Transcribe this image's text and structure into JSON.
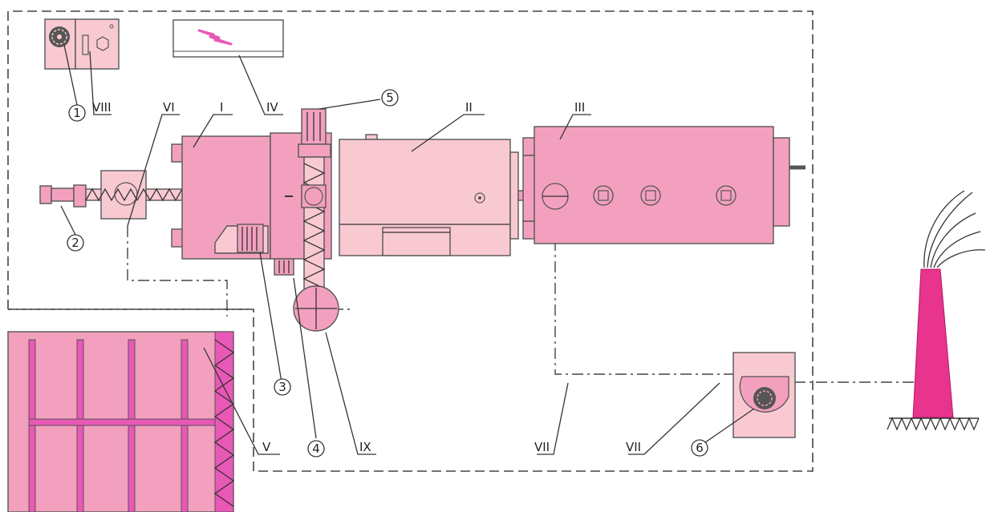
{
  "colors": {
    "light": "#f9c9d2",
    "medium": "#f3a0bf",
    "strong": "#e958b6",
    "stack": "#e8348d",
    "outline": "#555555"
  },
  "icons": [
    "fan-icon",
    "lightning-icon",
    "smoke-icon",
    "ground-hatch-icon"
  ],
  "roman_labels": {
    "I": "I",
    "II": "II",
    "III": "III",
    "IV": "IV",
    "V": "V",
    "VI": "VI",
    "VII_a": "VII",
    "VII_b": "VII",
    "VIII": "VIII",
    "IX": "IX"
  },
  "numbered_labels": {
    "n1": "1",
    "n2": "2",
    "n3": "3",
    "n4": "4",
    "n5": "5",
    "n6": "6"
  }
}
